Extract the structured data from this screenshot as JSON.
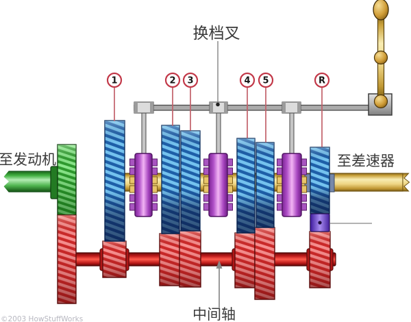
{
  "diagram": {
    "type": "manual-transmission-schematic",
    "labels": {
      "shift_fork": "换档叉",
      "to_engine": "至发动机",
      "to_differential": "至差速器",
      "countershaft": "中间轴"
    },
    "gear_markers": [
      {
        "id": "gear-1",
        "label": "1"
      },
      {
        "id": "gear-2",
        "label": "2"
      },
      {
        "id": "gear-3",
        "label": "3"
      },
      {
        "id": "gear-4",
        "label": "4"
      },
      {
        "id": "gear-5",
        "label": "5"
      },
      {
        "id": "gear-reverse",
        "label": "R"
      }
    ],
    "watermark": "©2003 HowStuffWorks",
    "colors": {
      "input_shaft_green": "#2e9e2e",
      "main_shaft_yellow": "#f0dc8e",
      "countershaft_red": "#e03426",
      "gear_blue_light": "#74c2ee",
      "gear_blue_dark": "#1e5fa8",
      "gear_green_light": "#8ce88c",
      "gear_green_dark": "#2f9b2f",
      "gear_red_light": "#f79090",
      "gear_red_dark": "#cc2a2a",
      "synchronizer_purple": "#c05ad0",
      "reverse_coupler_violet": "#6a3ad0",
      "shift_rail_gray": "#ababab",
      "lever_gold": "#c8922e",
      "marker_ring_red": "#c23848"
    }
  }
}
